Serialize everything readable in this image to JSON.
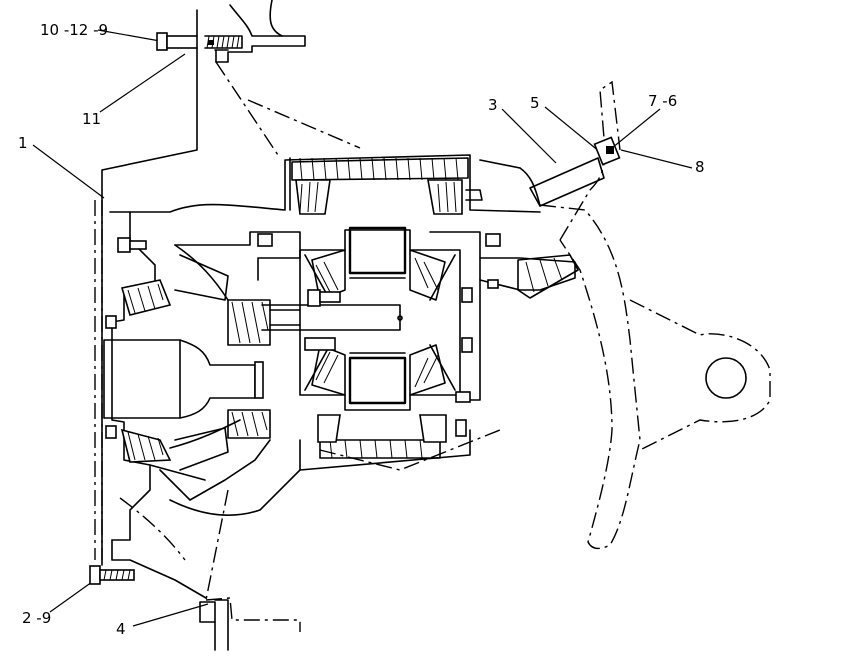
{
  "callouts": [
    {
      "id": "c1",
      "text": "10 -12 -9"
    },
    {
      "id": "c2",
      "text": "11"
    },
    {
      "id": "c3",
      "text": "1"
    },
    {
      "id": "c4",
      "text": "3"
    },
    {
      "id": "c5",
      "text": "5"
    },
    {
      "id": "c6",
      "text": "7 -6"
    },
    {
      "id": "c7",
      "text": "8"
    },
    {
      "id": "c8",
      "text": "2 -9"
    },
    {
      "id": "c9",
      "text": "4"
    }
  ]
}
